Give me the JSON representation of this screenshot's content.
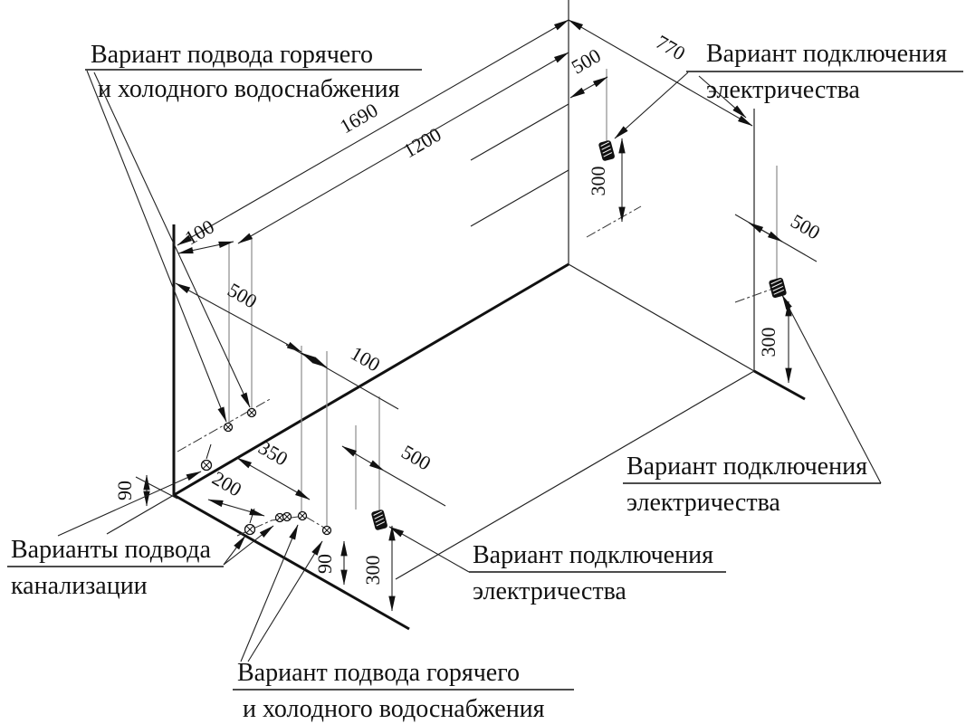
{
  "drawing": {
    "type": "isometric installation diagram",
    "language": "ru",
    "background": "#ffffff",
    "line_color": "#111111",
    "extension_line_color": "#8d8d8d"
  },
  "labels": {
    "top_left": {
      "line1": "Вариант подвода горячего",
      "line2": "и холодного водоснабжения"
    },
    "top_right": {
      "line1": "Вариант подключения",
      "line2": "электричества"
    },
    "mid_right": {
      "line1": "Вариант подключения",
      "line2": "электричества"
    },
    "bottom_center": {
      "line1": "Вариант подключения",
      "line2": "электричества"
    },
    "bottom_left": {
      "line1": "Варианты подвода",
      "line2": "канализации"
    },
    "bottom": {
      "line1": "Вариант подвода горячего",
      "line2": "и холодного водоснабжения"
    }
  },
  "dims": {
    "len_overall": "1690",
    "len_inner": "1200",
    "width": "770",
    "tl_100": "100",
    "tr_500": "500",
    "tr_300": "300",
    "r_500": "500",
    "r_300": "300",
    "bl_500": "500",
    "b_100": "100",
    "bl_350": "350",
    "bl_200": "200",
    "l_90": "90",
    "b_90": "90",
    "b_300": "300",
    "b_500": "500"
  },
  "symbols": {
    "water_supply_wall_points": 2,
    "sewage_points": 4,
    "floor_water_points": 2,
    "electrical_outlets": 3
  }
}
